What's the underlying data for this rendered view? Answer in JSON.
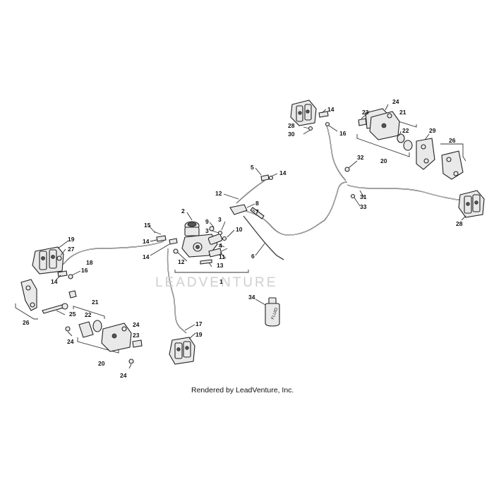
{
  "credit": "Rendered by LeadVenture, Inc.",
  "watermark": "LEADVENTURE",
  "bottle_label": "FLUID",
  "callouts": [
    {
      "key": "c1",
      "text": "1"
    },
    {
      "key": "c2",
      "text": "2"
    },
    {
      "key": "c3a",
      "text": "3"
    },
    {
      "key": "c3b",
      "text": "3"
    },
    {
      "key": "c4",
      "text": "4"
    },
    {
      "key": "c5",
      "text": "5"
    },
    {
      "key": "c6",
      "text": "6"
    },
    {
      "key": "c7",
      "text": "7"
    },
    {
      "key": "c8",
      "text": "8"
    },
    {
      "key": "c9",
      "text": "9"
    },
    {
      "key": "c10",
      "text": "10"
    },
    {
      "key": "c11",
      "text": "11"
    },
    {
      "key": "c12a",
      "text": "12"
    },
    {
      "key": "c12b",
      "text": "12"
    },
    {
      "key": "c13",
      "text": "13"
    },
    {
      "key": "c14a",
      "text": "14"
    },
    {
      "key": "c14b",
      "text": "14"
    },
    {
      "key": "c14c",
      "text": "14"
    },
    {
      "key": "c14d",
      "text": "14"
    },
    {
      "key": "c14e",
      "text": "14"
    },
    {
      "key": "c15",
      "text": "15"
    },
    {
      "key": "c16a",
      "text": "16"
    },
    {
      "key": "c16b",
      "text": "16"
    },
    {
      "key": "c17",
      "text": "17"
    },
    {
      "key": "c18",
      "text": "18"
    },
    {
      "key": "c19a",
      "text": "19"
    },
    {
      "key": "c19b",
      "text": "19"
    },
    {
      "key": "c20a",
      "text": "20"
    },
    {
      "key": "c20b",
      "text": "20"
    },
    {
      "key": "c21a",
      "text": "21"
    },
    {
      "key": "c21b",
      "text": "21"
    },
    {
      "key": "c22a",
      "text": "22"
    },
    {
      "key": "c22b",
      "text": "22"
    },
    {
      "key": "c23a",
      "text": "23"
    },
    {
      "key": "c23b",
      "text": "23"
    },
    {
      "key": "c24a",
      "text": "24"
    },
    {
      "key": "c24b",
      "text": "24"
    },
    {
      "key": "c24c",
      "text": "24"
    },
    {
      "key": "c24d",
      "text": "24"
    },
    {
      "key": "c25",
      "text": "25"
    },
    {
      "key": "c26a",
      "text": "26"
    },
    {
      "key": "c26b",
      "text": "26"
    },
    {
      "key": "c27",
      "text": "27"
    },
    {
      "key": "c28a",
      "text": "28"
    },
    {
      "key": "c28b",
      "text": "28"
    },
    {
      "key": "c29",
      "text": "29"
    },
    {
      "key": "c30",
      "text": "30"
    },
    {
      "key": "c31",
      "text": "31"
    },
    {
      "key": "c32",
      "text": "32"
    },
    {
      "key": "c33",
      "text": "33"
    },
    {
      "key": "c34",
      "text": "34"
    }
  ]
}
